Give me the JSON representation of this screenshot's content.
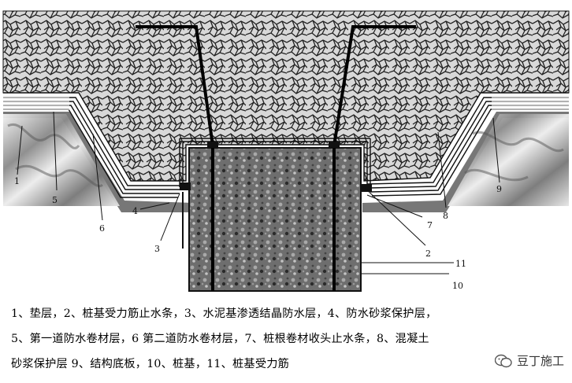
{
  "callouts": [
    "1",
    "2",
    "3",
    "4",
    "5",
    "6",
    "7",
    "8",
    "9",
    "10",
    "11"
  ],
  "caption": {
    "line1": "1、垫层，2、桩基受力筋止水条，3、水泥基渗透结晶防水层，4、防水砂浆保护层，",
    "line2": "5、第一道防水卷材层，6 第二道防水卷材层，7、桩根卷材收头止水条，8、混凝土",
    "line3": "砂浆保护层 9、结构底板，10、桩基，11、桩基受力筋"
  },
  "watermark": {
    "text": "豆丁施工",
    "icon": "wechat-icon"
  }
}
